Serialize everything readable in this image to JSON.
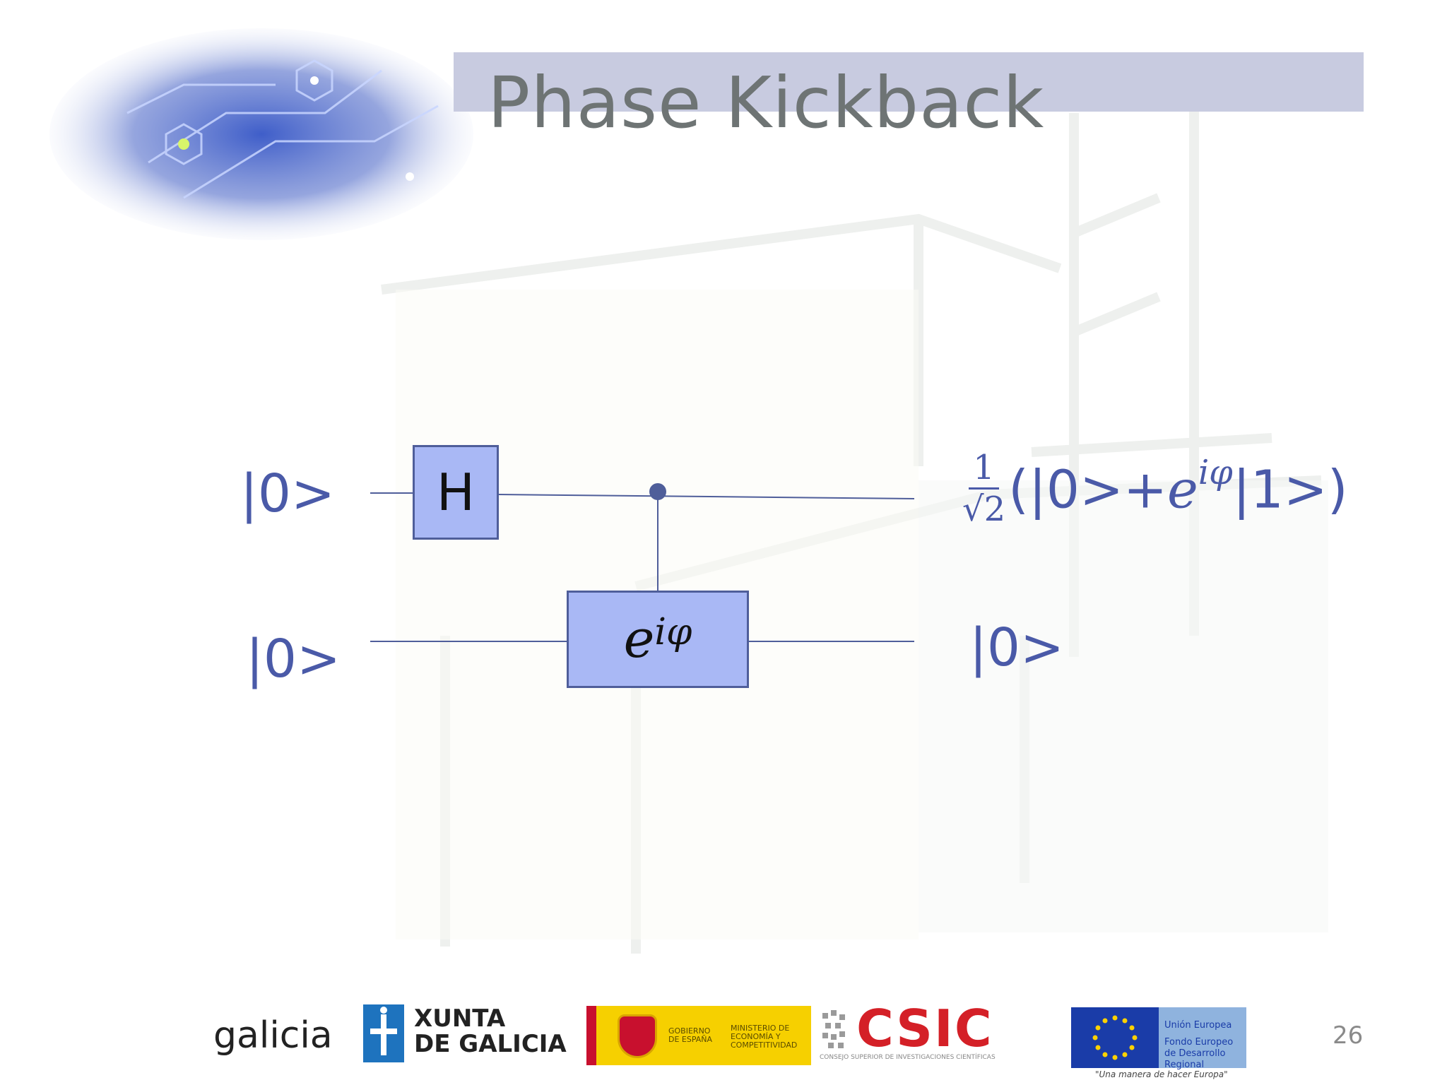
{
  "slide": {
    "title": "Phase Kickback",
    "page_number": "26"
  },
  "circuit": {
    "input_top": "|0>",
    "input_bottom": "|0>",
    "gate_h": "H",
    "phase_gate_base": "e",
    "phase_gate_exp": "iφ",
    "output_top": {
      "frac_num": "1",
      "frac_den": "√2",
      "open": "(|0>+",
      "e": "e",
      "exp": "iφ",
      "close": "|1>)"
    },
    "output_bottom": "|0>"
  },
  "footer": {
    "galicia": "galicia",
    "xunta_line1": "XUNTA",
    "xunta_line2": "DE GALICIA",
    "gobierno": "GOBIERNO DE ESPAÑA",
    "ministerio": "MINISTERIO DE ECONOMÍA Y COMPETITIVIDAD",
    "csic": "CSIC",
    "csic_sub": "CONSEJO SUPERIOR DE INVESTIGACIONES CIENTÍFICAS",
    "eu_title": "Unión Europea",
    "eu_fund": "Fondo Europeo de Desarrollo Regional",
    "eu_tagline": "\"Una manera de hacer Europa\""
  },
  "colors": {
    "header_band": "#c8cbe0",
    "title_text": "#6e7474",
    "ket_text": "#4a5aa8",
    "gate_fill": "#a9b8f5",
    "gate_border": "#4f5e9a",
    "wire": "#4f5e9a"
  },
  "icons": {
    "top_left_graphic": "circuit-board-graphic",
    "background": "building-watermark"
  }
}
